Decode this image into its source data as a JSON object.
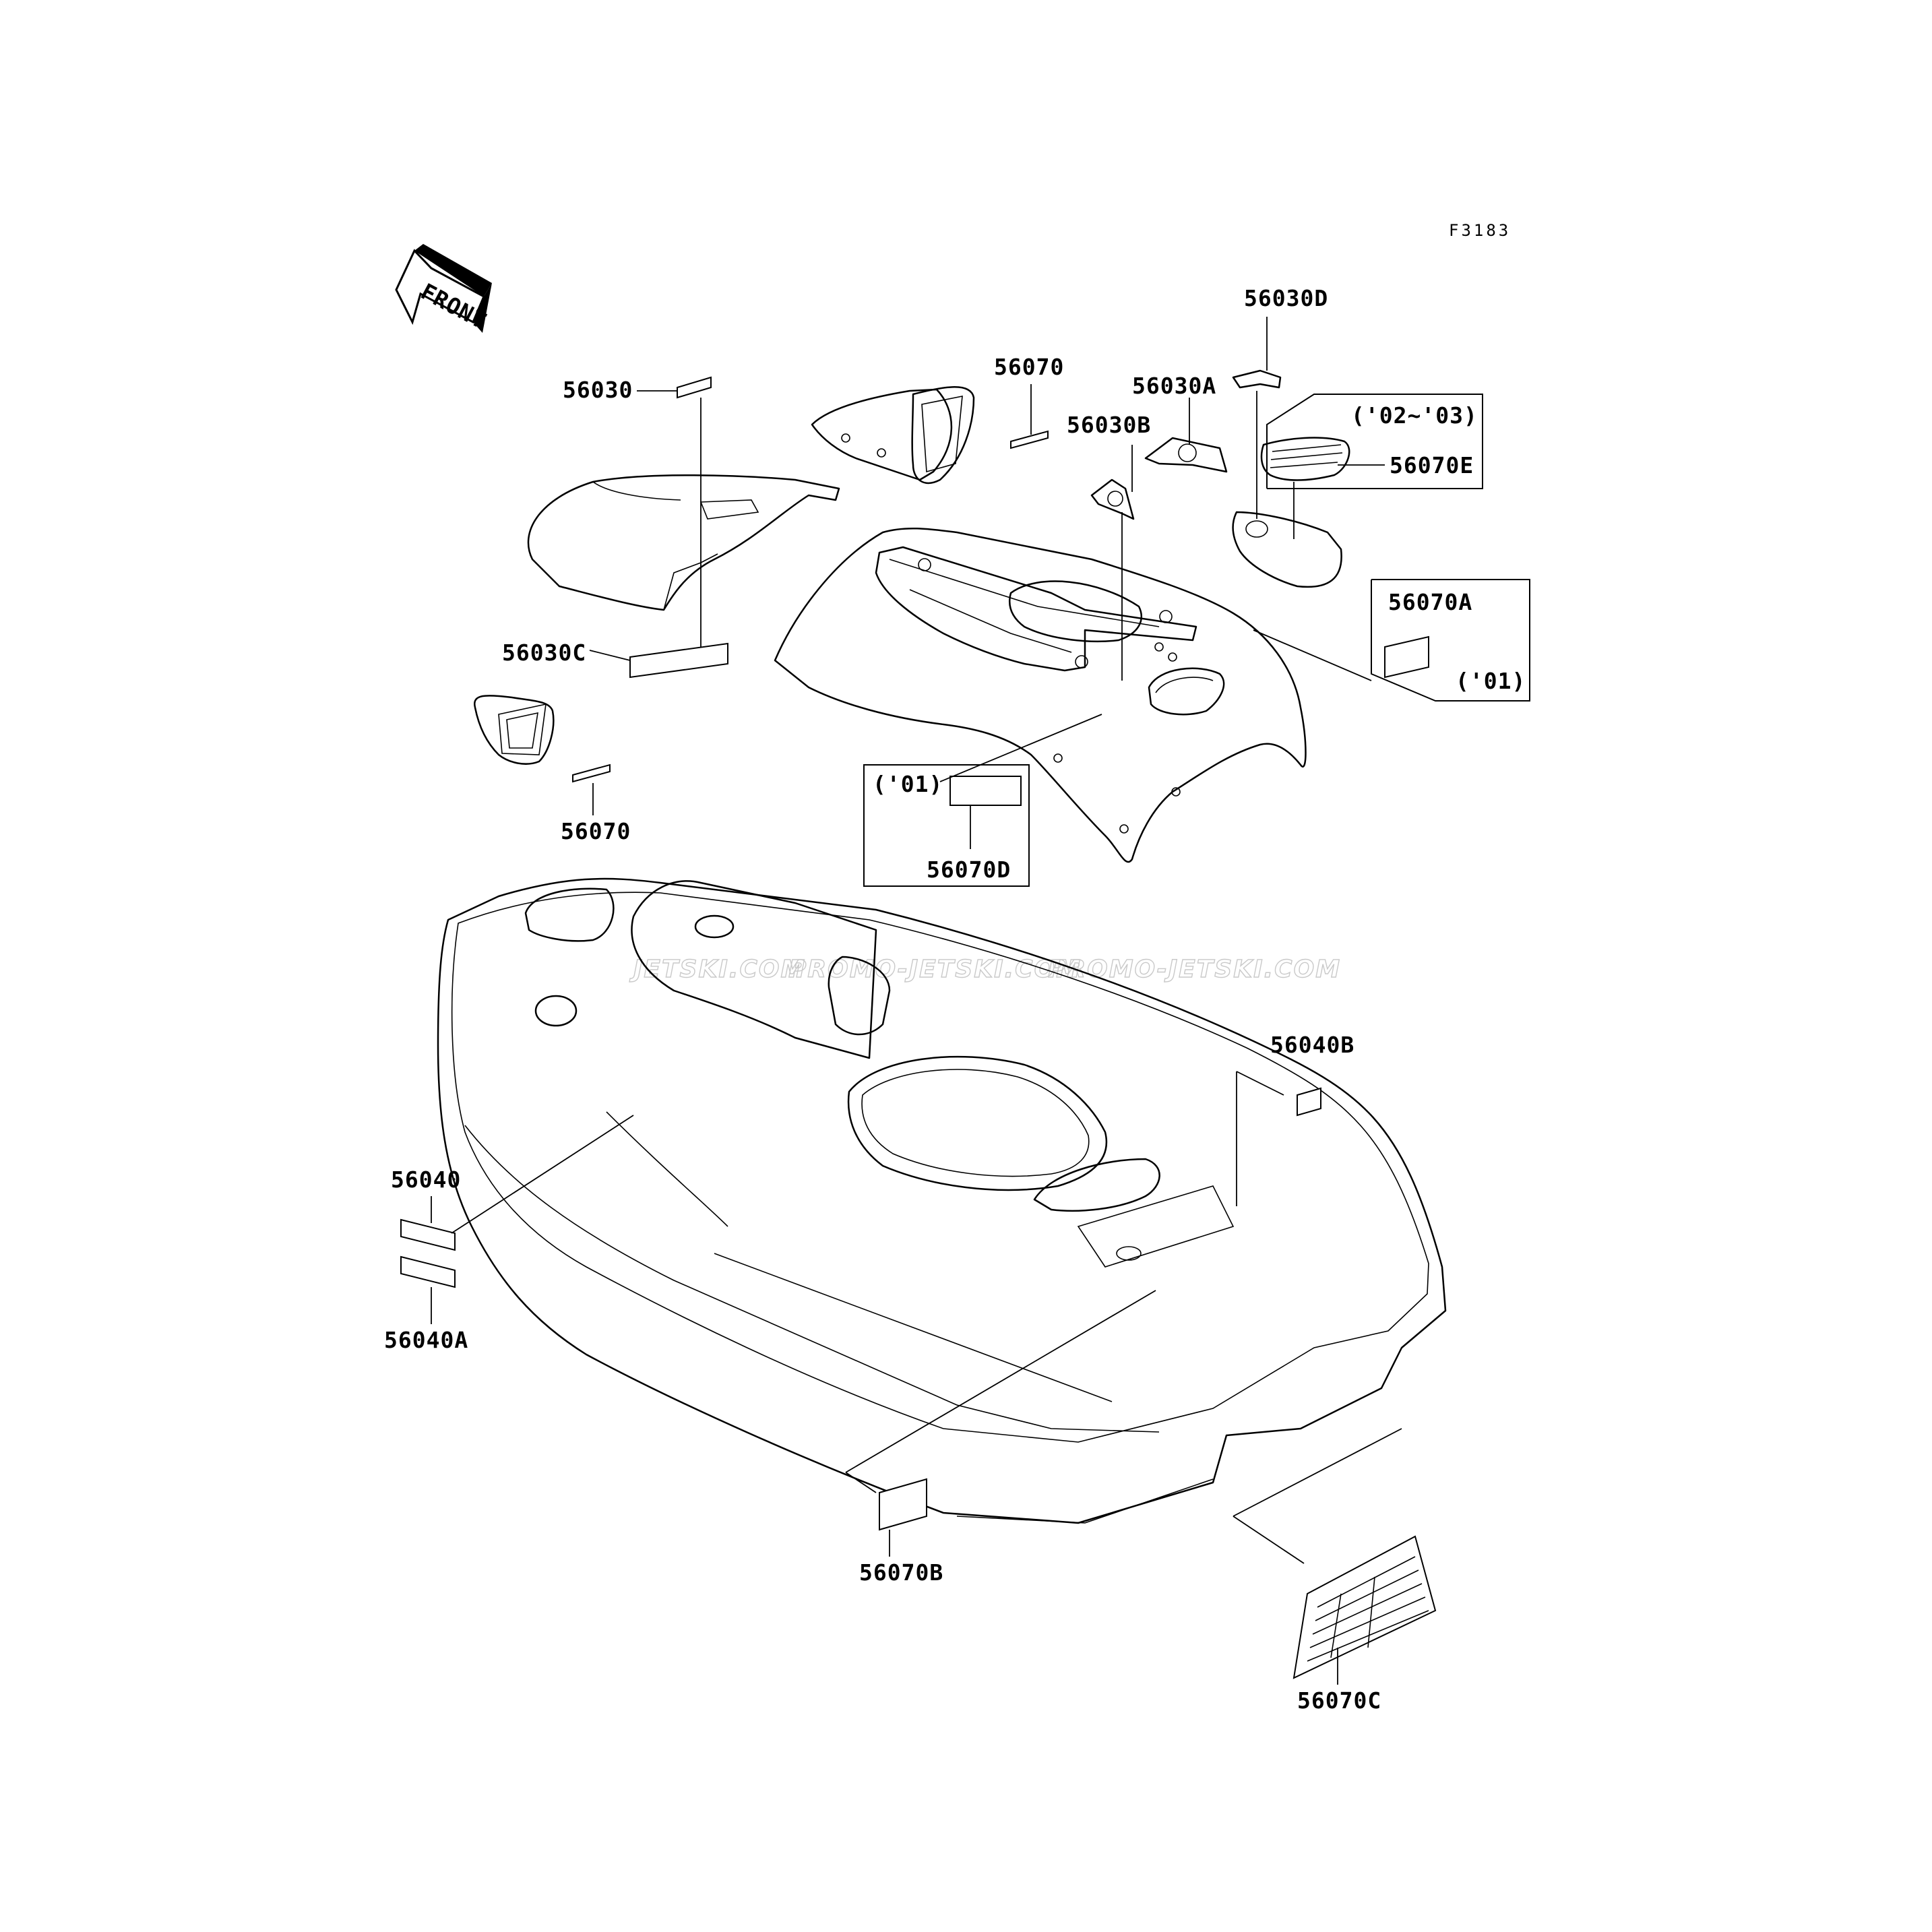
{
  "figure_code": "F3183",
  "front_arrow": {
    "text": "FRONT",
    "icon": "front-direction-arrow-icon"
  },
  "watermarks": [
    "JETSKI.COM",
    "PROMO-JETSKI.COM",
    "PROMO-JETSKI.COM"
  ],
  "parts": {
    "p56030": "56030",
    "p56030A": "56030A",
    "p56030B": "56030B",
    "p56030C": "56030C",
    "p56030D": "56030D",
    "p56070_top": "56070",
    "p56070_left": "56070",
    "p56070A": "56070A",
    "p56070B": "56070B",
    "p56070C": "56070C",
    "p56070D": "56070D",
    "p56070E": "56070E",
    "p56040": "56040",
    "p56040A": "56040A",
    "p56040B": "56040B"
  },
  "year_notes": {
    "box_56070E": "('02~'03)",
    "box_56070A": "('01)",
    "box_56070D": "('01)"
  }
}
